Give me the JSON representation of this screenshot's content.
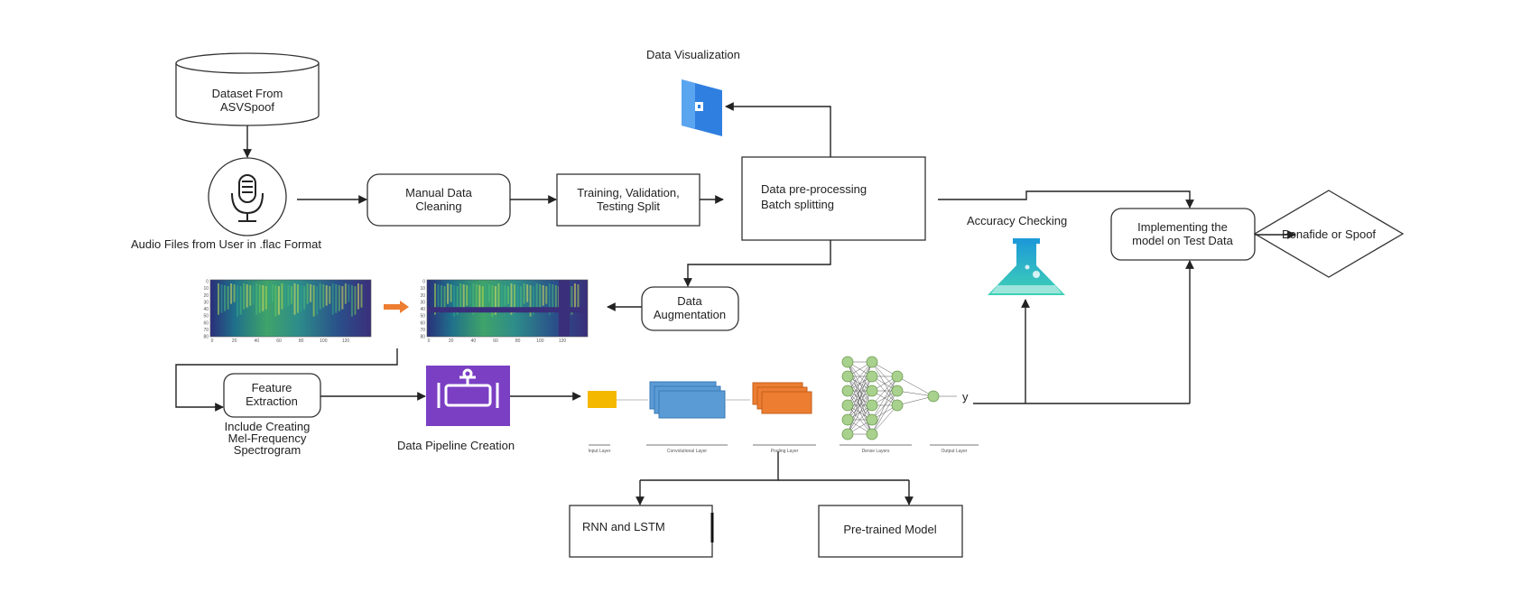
{
  "nodes": {
    "dataset": [
      "Dataset From",
      "ASVSpoof"
    ],
    "audio_caption": "Audio Files from User in .flac Format",
    "manual_cleaning": [
      "Manual Data",
      "Cleaning"
    ],
    "split": [
      "Training, Validation,",
      "Testing Split"
    ],
    "preprocessing": [
      "Data pre-processing",
      "Batch splitting"
    ],
    "visualization": "Data Visualization",
    "augmentation": [
      "Data",
      "Augmentation"
    ],
    "feature_extraction": [
      "Feature",
      "Extraction"
    ],
    "mel_caption": [
      "Include Creating",
      "Mel-Frequency",
      "Spectrogram"
    ],
    "pipeline": "Data Pipeline Creation",
    "accuracy": "Accuracy Checking",
    "implement": [
      "Implementing the",
      "model on Test Data"
    ],
    "decision": "Bonafide or Spoof",
    "rnn": "RNN and LSTM",
    "pretrained": "Pre-trained Model"
  },
  "cnn_layers": [
    "Input Layer",
    "Convolutional Layer",
    "Pooling Layer",
    "Dense Layers",
    "Output Layer"
  ],
  "output_symbol": "y",
  "spectrogram_ticks": {
    "y": [
      "0",
      "10",
      "20",
      "30",
      "40",
      "50",
      "60",
      "70",
      "80"
    ],
    "x": [
      "0",
      "20",
      "40",
      "60",
      "80",
      "100",
      "120"
    ]
  },
  "colors": {
    "input_layer": "#f5b800",
    "conv_layer": "#5b9bd5",
    "pool_layer": "#ed7d31",
    "neuron": "#a9d18e",
    "arrow_orange": "#ed7d31",
    "pipeline_bg": "#7b3fc4",
    "flask": "#1e9bd7",
    "viz_icon": "#2f7fe0"
  }
}
